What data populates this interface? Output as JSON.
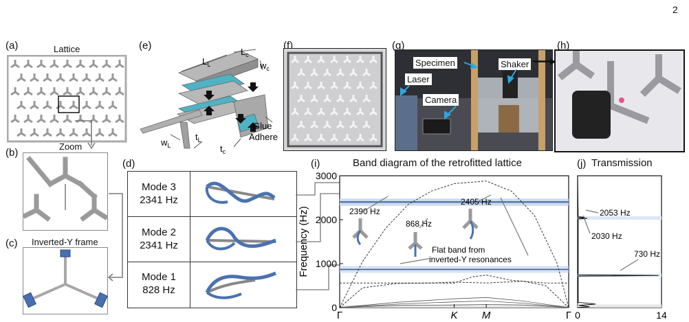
{
  "page_number": "2",
  "panels": {
    "a": {
      "tag": "(a)",
      "title": "Lattice"
    },
    "b": {
      "tag": "(b)",
      "title": "Zoom"
    },
    "c": {
      "tag": "(c)",
      "title": "Inverted-Y frame"
    },
    "d": {
      "tag": "(d)",
      "modes": [
        {
          "name": "Mode 3",
          "freq": "2341 Hz"
        },
        {
          "name": "Mode 2",
          "freq": "2341 Hz"
        },
        {
          "name": "Mode 1",
          "freq": "828 Hz"
        }
      ]
    },
    "e": {
      "tag": "(e)",
      "labels": {
        "LL": "L",
        "LL_sub": "L",
        "Lc": "L",
        "Lc_sub": "c",
        "wc": "w",
        "wc_sub": "c",
        "wL": "w",
        "wL_sub": "L",
        "tL": "t",
        "tL_sub": "L",
        "tc": "t",
        "tc_sub": "c",
        "glue": "Glue",
        "adhere": "Adhere"
      }
    },
    "f": {
      "tag": "(f)"
    },
    "g": {
      "tag": "(g)",
      "labels": {
        "specimen": "Specimen",
        "shaker": "Shaker",
        "laser": "Laser",
        "camera": "Camera"
      }
    },
    "h": {
      "tag": "(h)"
    },
    "i": {
      "tag": "(i)",
      "title": "Band diagram of the retrofitted lattice",
      "annotations": {
        "f2390": "2390 Hz",
        "f868": "868 Hz",
        "f2405": "2405 Hz",
        "flat1": "Flat band from",
        "flat2": "inverted-Y resonances"
      }
    },
    "j": {
      "tag": "(j)",
      "title": "Transmission",
      "annotations": {
        "f2053": "2053 Hz",
        "f2030": "2030 Hz",
        "f730": "730 Hz"
      }
    }
  },
  "chart_data": [
    {
      "type": "line",
      "title": "Band diagram of the retrofitted lattice",
      "ylabel": "Frequency (Hz)",
      "xlabel": "",
      "ylim": [
        0,
        3000
      ],
      "yticks": [
        0,
        1000,
        2000,
        3000
      ],
      "xticks": [
        "Γ",
        "K",
        "M",
        "Γ"
      ],
      "x": [
        0,
        0.5,
        0.64,
        1.0
      ],
      "flat_bands": [
        868,
        2390,
        2405
      ],
      "series": [
        {
          "x": [
            0,
            0.1,
            0.2,
            0.3,
            0.4,
            0.5,
            0.64,
            0.75,
            0.85,
            0.95,
            1.0
          ],
          "values": [
            0,
            1050,
            1800,
            2350,
            2650,
            2820,
            2880,
            2650,
            2100,
            1000,
            0
          ]
        },
        {
          "x": [
            0,
            0.1,
            0.25,
            0.4,
            0.5,
            0.64,
            0.8,
            0.9,
            1.0
          ],
          "values": [
            0,
            450,
            550,
            560,
            580,
            560,
            600,
            500,
            0
          ]
        },
        {
          "x": [
            0,
            0.2,
            0.4,
            0.5,
            0.58,
            0.64,
            0.75,
            0.9,
            1.0
          ],
          "values": [
            560,
            560,
            560,
            560,
            700,
            740,
            620,
            560,
            560
          ]
        },
        {
          "x": [
            0,
            0.25,
            0.5,
            0.64,
            0.8,
            1.0
          ],
          "values": [
            0,
            120,
            200,
            230,
            150,
            0
          ]
        },
        {
          "x": [
            0,
            0.25,
            0.5,
            0.64,
            0.8,
            1.0
          ],
          "values": [
            0,
            80,
            130,
            150,
            100,
            0
          ]
        },
        {
          "x": [
            0,
            0.25,
            0.5,
            0.64,
            0.8,
            1.0
          ],
          "values": [
            0,
            50,
            60,
            70,
            60,
            0
          ]
        }
      ]
    },
    {
      "type": "line",
      "title": "Transmission",
      "xlim": [
        0,
        14
      ],
      "xticks": [
        0,
        14
      ],
      "ylim": [
        0,
        3000
      ],
      "peaks": [
        {
          "freq": 2053,
          "value": 1.2
        },
        {
          "freq": 2030,
          "value": 1.6
        },
        {
          "freq": 730,
          "value": 13.5
        }
      ]
    }
  ]
}
